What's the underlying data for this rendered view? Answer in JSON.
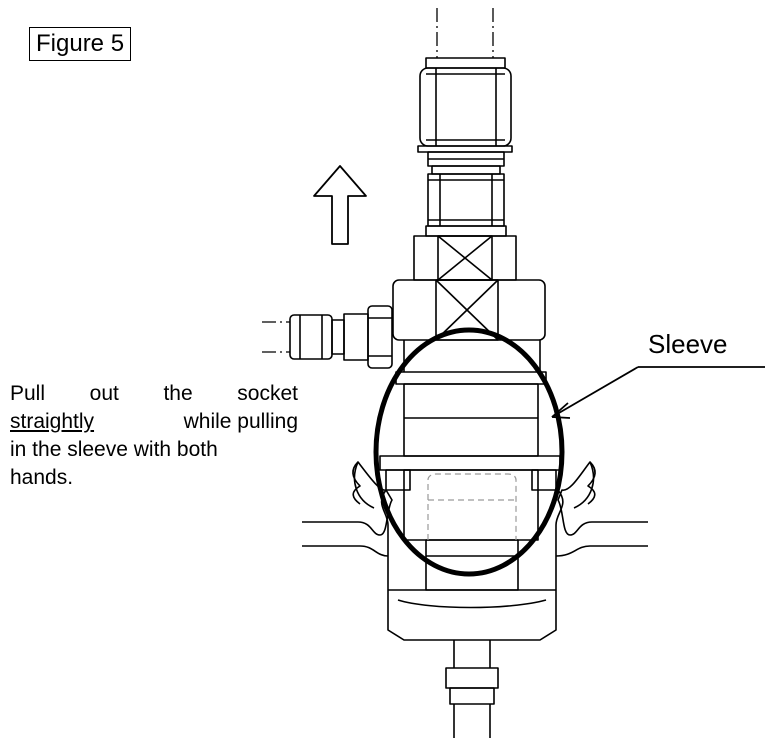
{
  "figure_label": "Figure 5",
  "callout_label": "Sleeve",
  "instruction": {
    "line1": [
      "Pull",
      "out",
      "the",
      "socket"
    ],
    "line2_underlined": "straightly",
    "line2_rest": "while pulling",
    "line3": "in the sleeve with both",
    "line4": "hands."
  },
  "colors": {
    "ink": "#000000",
    "hidden_line": "#9a9a9a",
    "background": "#ffffff"
  },
  "icons": {
    "direction": "up-arrow-outline"
  }
}
